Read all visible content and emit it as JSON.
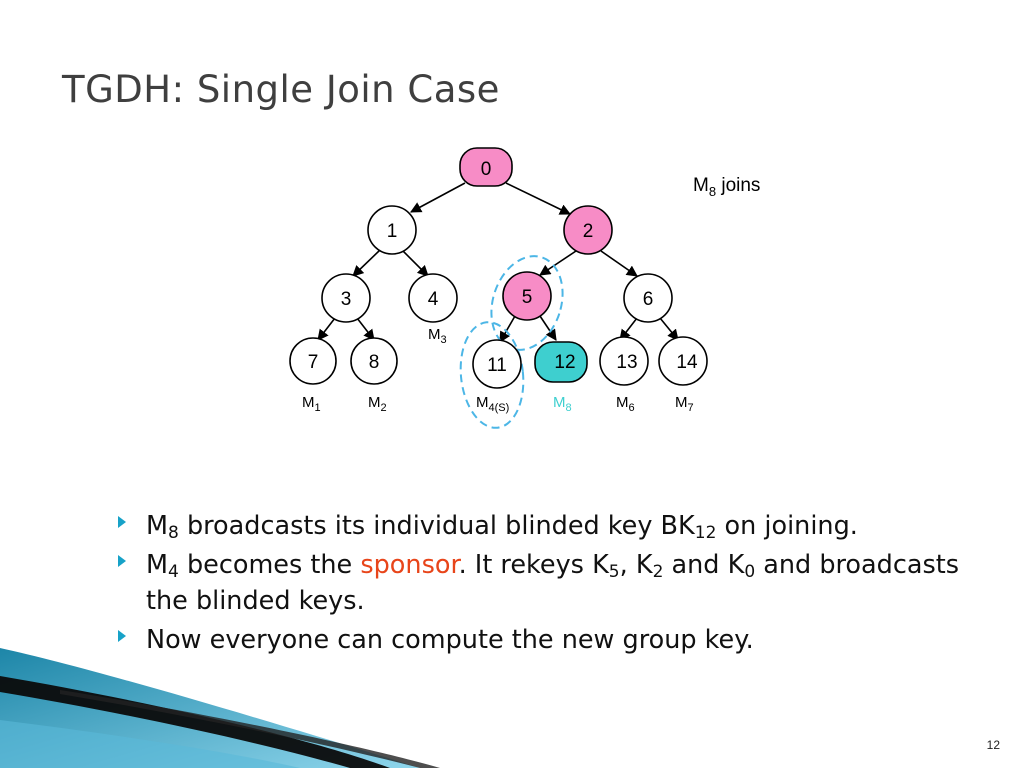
{
  "slide": {
    "title": "TGDH: Single Join Case",
    "page_number": "12"
  },
  "diagram": {
    "joins_label": {
      "base": "M",
      "sub": "8",
      "suffix": " joins"
    },
    "nodes": [
      "0",
      "1",
      "2",
      "3",
      "4",
      "5",
      "6",
      "7",
      "8",
      "11",
      "12",
      "13",
      "14"
    ],
    "members": {
      "m1": {
        "base": "M",
        "sub": "1"
      },
      "m2": {
        "base": "M",
        "sub": "2"
      },
      "m3": {
        "base": "M",
        "sub": "3"
      },
      "m4": {
        "base": "M",
        "sub": "4(S)"
      },
      "m8": {
        "base": "M",
        "sub": "8"
      },
      "m6": {
        "base": "M",
        "sub": "6"
      },
      "m7": {
        "base": "M",
        "sub": "7"
      }
    },
    "colors": {
      "pink_node": "#f78cc6",
      "teal_node": "#3ecfcf",
      "teal_text": "#3ecfcf",
      "dashed_outline": "#4cb6e6"
    }
  },
  "bullets": {
    "b1": {
      "t1": "M",
      "s1": "8",
      "t2": " broadcasts its individual blinded key BK",
      "s2": "12",
      "t3": " on joining."
    },
    "b2": {
      "t1": "M",
      "s1": "4",
      "t2": " becomes the ",
      "sponsor": "sponsor",
      "t3": ". It rekeys K",
      "s2": "5",
      "t4": ", K",
      "s3": "2",
      "t5": " and K",
      "s4": "0",
      "t6": " and broadcasts the blinded keys."
    },
    "b3": {
      "text": "Now everyone can compute the new group key."
    }
  },
  "accent_color": "#17a2c8"
}
